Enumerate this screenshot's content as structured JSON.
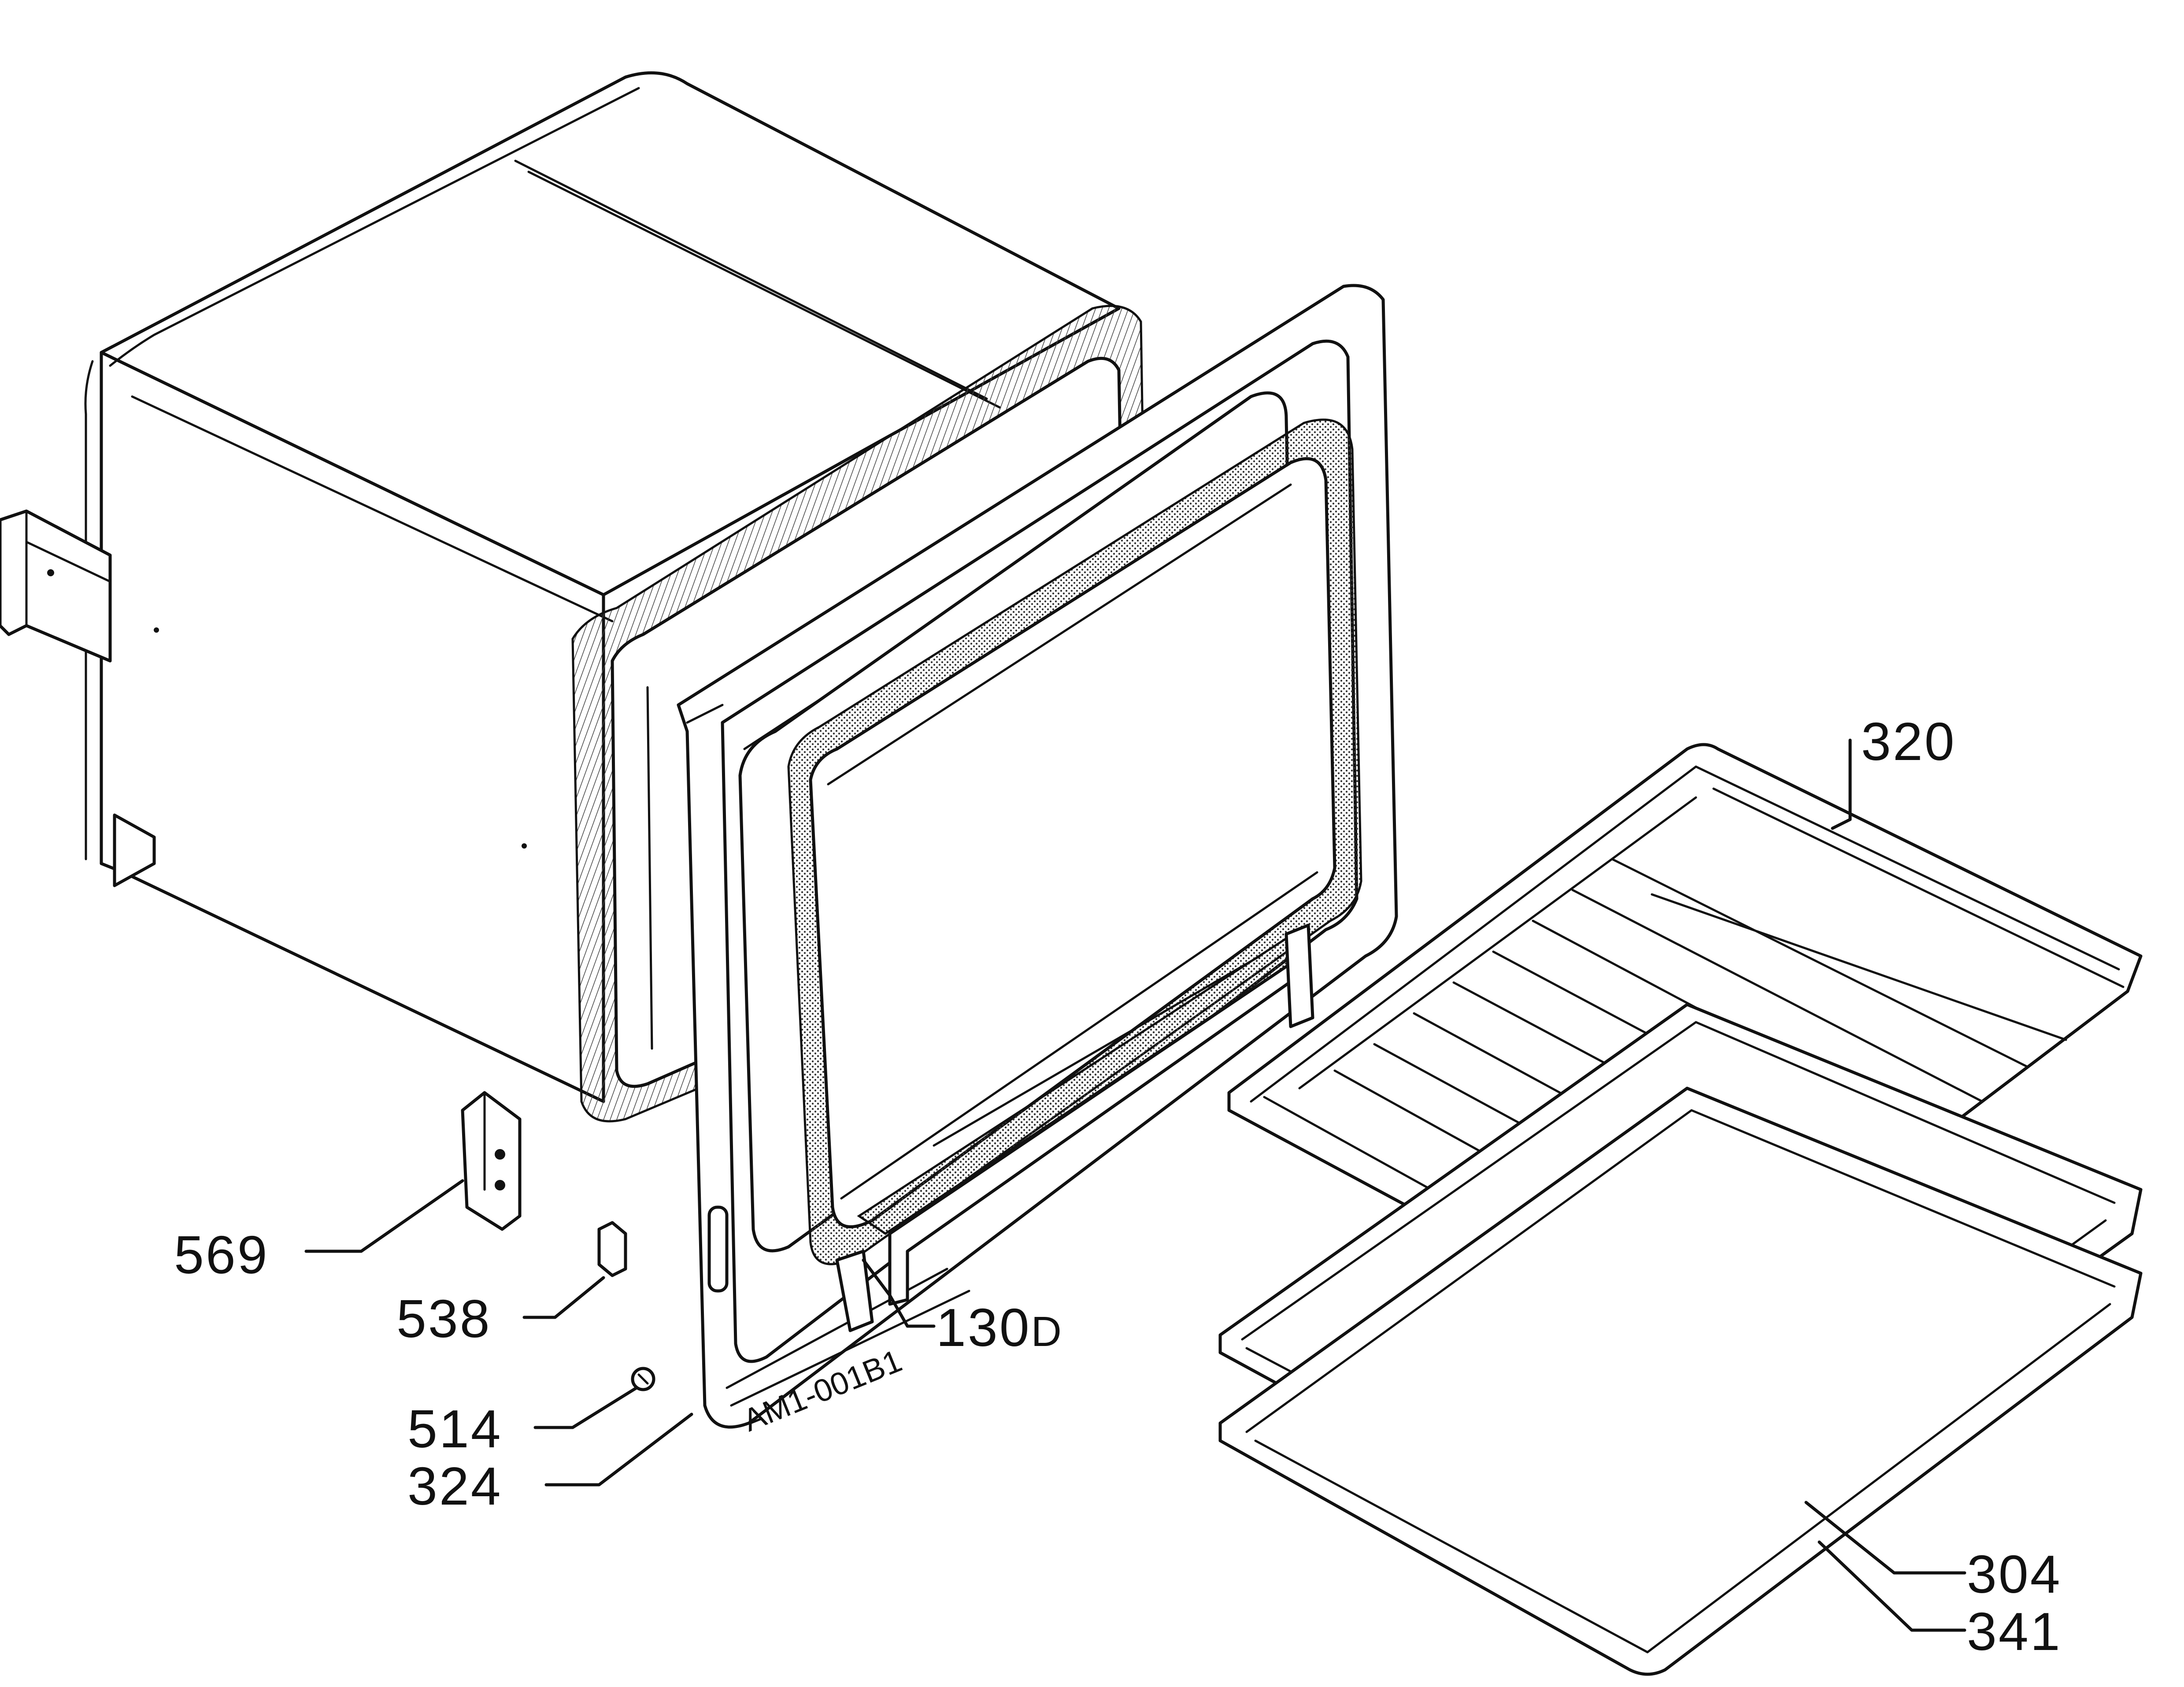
{
  "labels": {
    "part_569": "569",
    "part_538": "538",
    "part_514": "514",
    "part_324": "324",
    "part_130D_num": "130",
    "part_130D_suffix": "D",
    "part_320": "320",
    "part_304": "304",
    "part_341": "341",
    "drawing_code": "AM1-001B1"
  }
}
